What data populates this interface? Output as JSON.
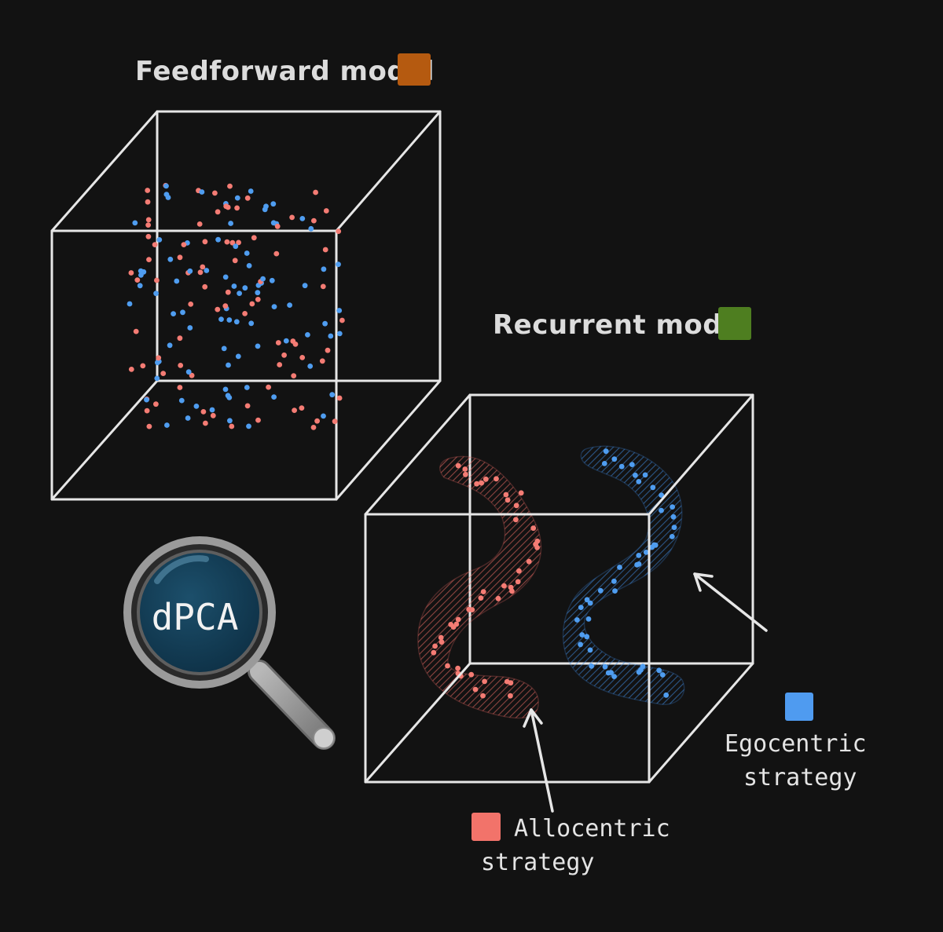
{
  "feedforward": {
    "title": "Feedforward model",
    "swatch_color": "#b55a10"
  },
  "recurrent": {
    "title": "Recurrent model",
    "swatch_color": "#4e7e20"
  },
  "lens": {
    "label": "dPCA",
    "icon": "magnifying-glass-icon"
  },
  "legend": {
    "allocentric": {
      "line1": "Allocentric",
      "line2": "strategy",
      "color": "#f2736a"
    },
    "egocentric": {
      "line1": "Egocentric",
      "line2": "strategy",
      "color": "#4f9bf0"
    }
  },
  "colors": {
    "background": "#121212",
    "cube_edge": "#e6e6e6",
    "allo_dot": "#f47c74",
    "ego_dot": "#4f9df0"
  }
}
